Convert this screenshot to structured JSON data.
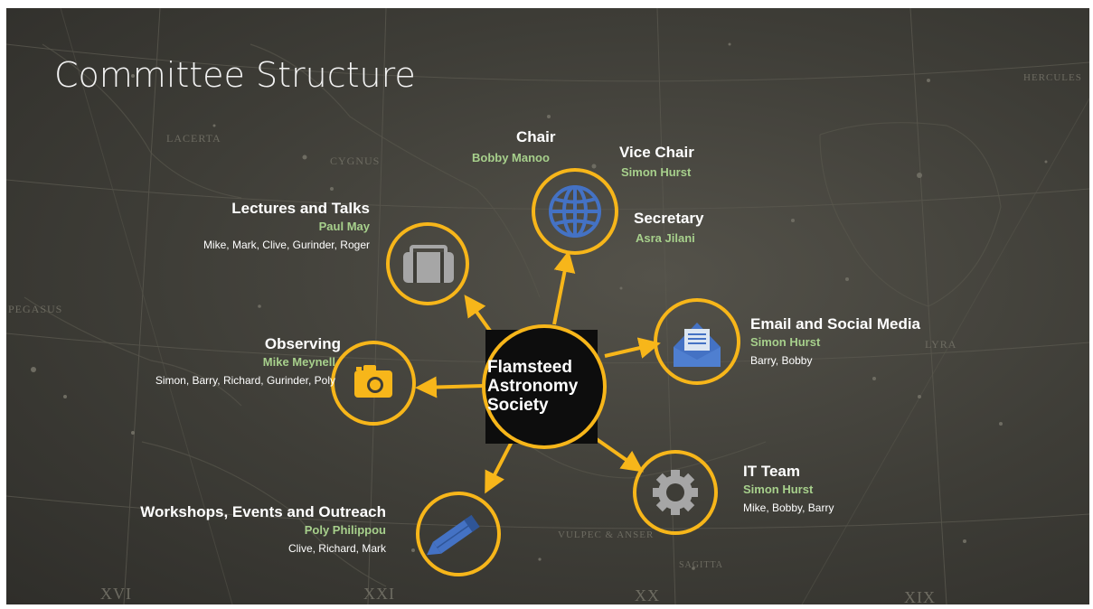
{
  "title": "Committee Structure",
  "map_labels": {
    "lacerta": "LACERTA",
    "cygnus": "CYGNUS",
    "pegasus": "PEGASUS",
    "hercules": "HERCULES",
    "lyra": "LYRA",
    "vulpecula": "VULPEC & ANSER",
    "sagitta": "SAGITTA",
    "roman_a": "XVI",
    "roman_b": "XXI",
    "roman_c": "XX",
    "roman_d": "XIX"
  },
  "center": {
    "lines": [
      "Flamsteed",
      "Astronomy",
      "Society"
    ]
  },
  "nodes": {
    "chair": {
      "role": "Chair",
      "lead": "Bobby Manoo",
      "icon": "globe-icon"
    },
    "vice_chair": {
      "role": "Vice Chair",
      "lead": "Simon Hurst"
    },
    "secretary": {
      "role": "Secretary",
      "lead": "Asra Jilani"
    },
    "lectures": {
      "role": "Lectures and Talks",
      "lead": "Paul May",
      "members": "Mike, Mark, Clive, Gurinder, Roger",
      "icon": "briefcase-icon"
    },
    "observing": {
      "role": "Observing",
      "lead": "Mike Meynell",
      "members": "Simon, Barry, Richard, Gurinder, Poly",
      "icon": "camera-icon"
    },
    "workshops": {
      "role": "Workshops, Events and Outreach",
      "lead": "Poly Philippou",
      "members": "Clive, Richard, Mark",
      "icon": "pencil-icon"
    },
    "email": {
      "role": "Email and Social Media",
      "lead": "Simon Hurst",
      "members": "Barry, Bobby",
      "icon": "envelope-icon"
    },
    "it": {
      "role": "IT Team",
      "lead": "Simon Hurst",
      "members": "Mike, Bobby, Barry",
      "icon": "gear-icon"
    }
  },
  "colors": {
    "ring": "#f7b61a",
    "lead_text": "#a7d08c",
    "icon_blue": "#4472c4",
    "icon_gray": "#a6a6a6",
    "icon_orange": "#f7b61a"
  }
}
